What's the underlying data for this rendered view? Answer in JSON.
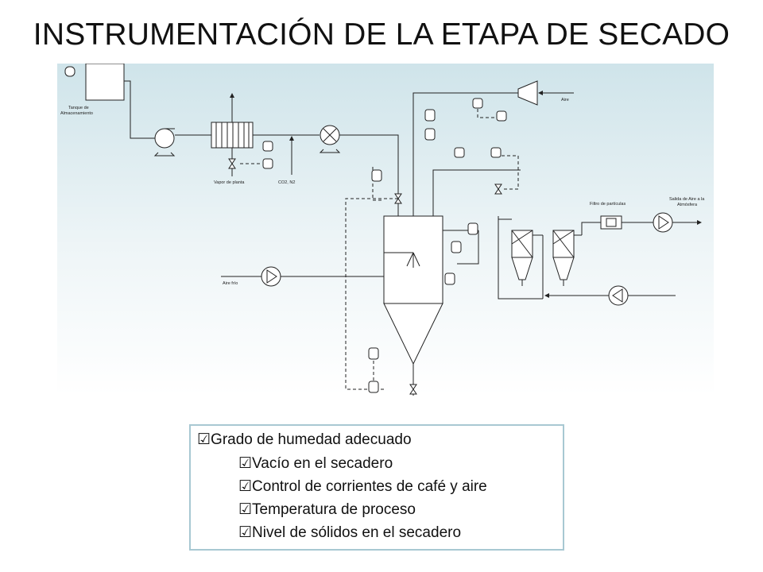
{
  "title": "INSTRUMENTACIÓN DE LA ETAPA DE SECADO",
  "diagram": {
    "labels": {
      "tanque_1": "Tanque de",
      "tanque_2": "Almacenamiento",
      "vapor": "Vapor de planta",
      "co2": "CO2, N2",
      "aire": "Aire",
      "filtro": "Filtro de partículas",
      "salida_1": "Salida de Aire a la",
      "salida_2": "Atmósfera",
      "aire_frio": "Aire frío"
    },
    "colors": {
      "sky": "#cfe4ea",
      "line": "#222222"
    }
  },
  "checklist": {
    "icon": "checked-box",
    "items": [
      {
        "text": "Grado de humedad adecuado"
      },
      {
        "text": "Vacío en el secadero"
      },
      {
        "text": "Control de corrientes de café y aire"
      },
      {
        "text": "Temperatura de proceso"
      },
      {
        "text": "Nivel de sólidos en el secadero"
      }
    ]
  }
}
